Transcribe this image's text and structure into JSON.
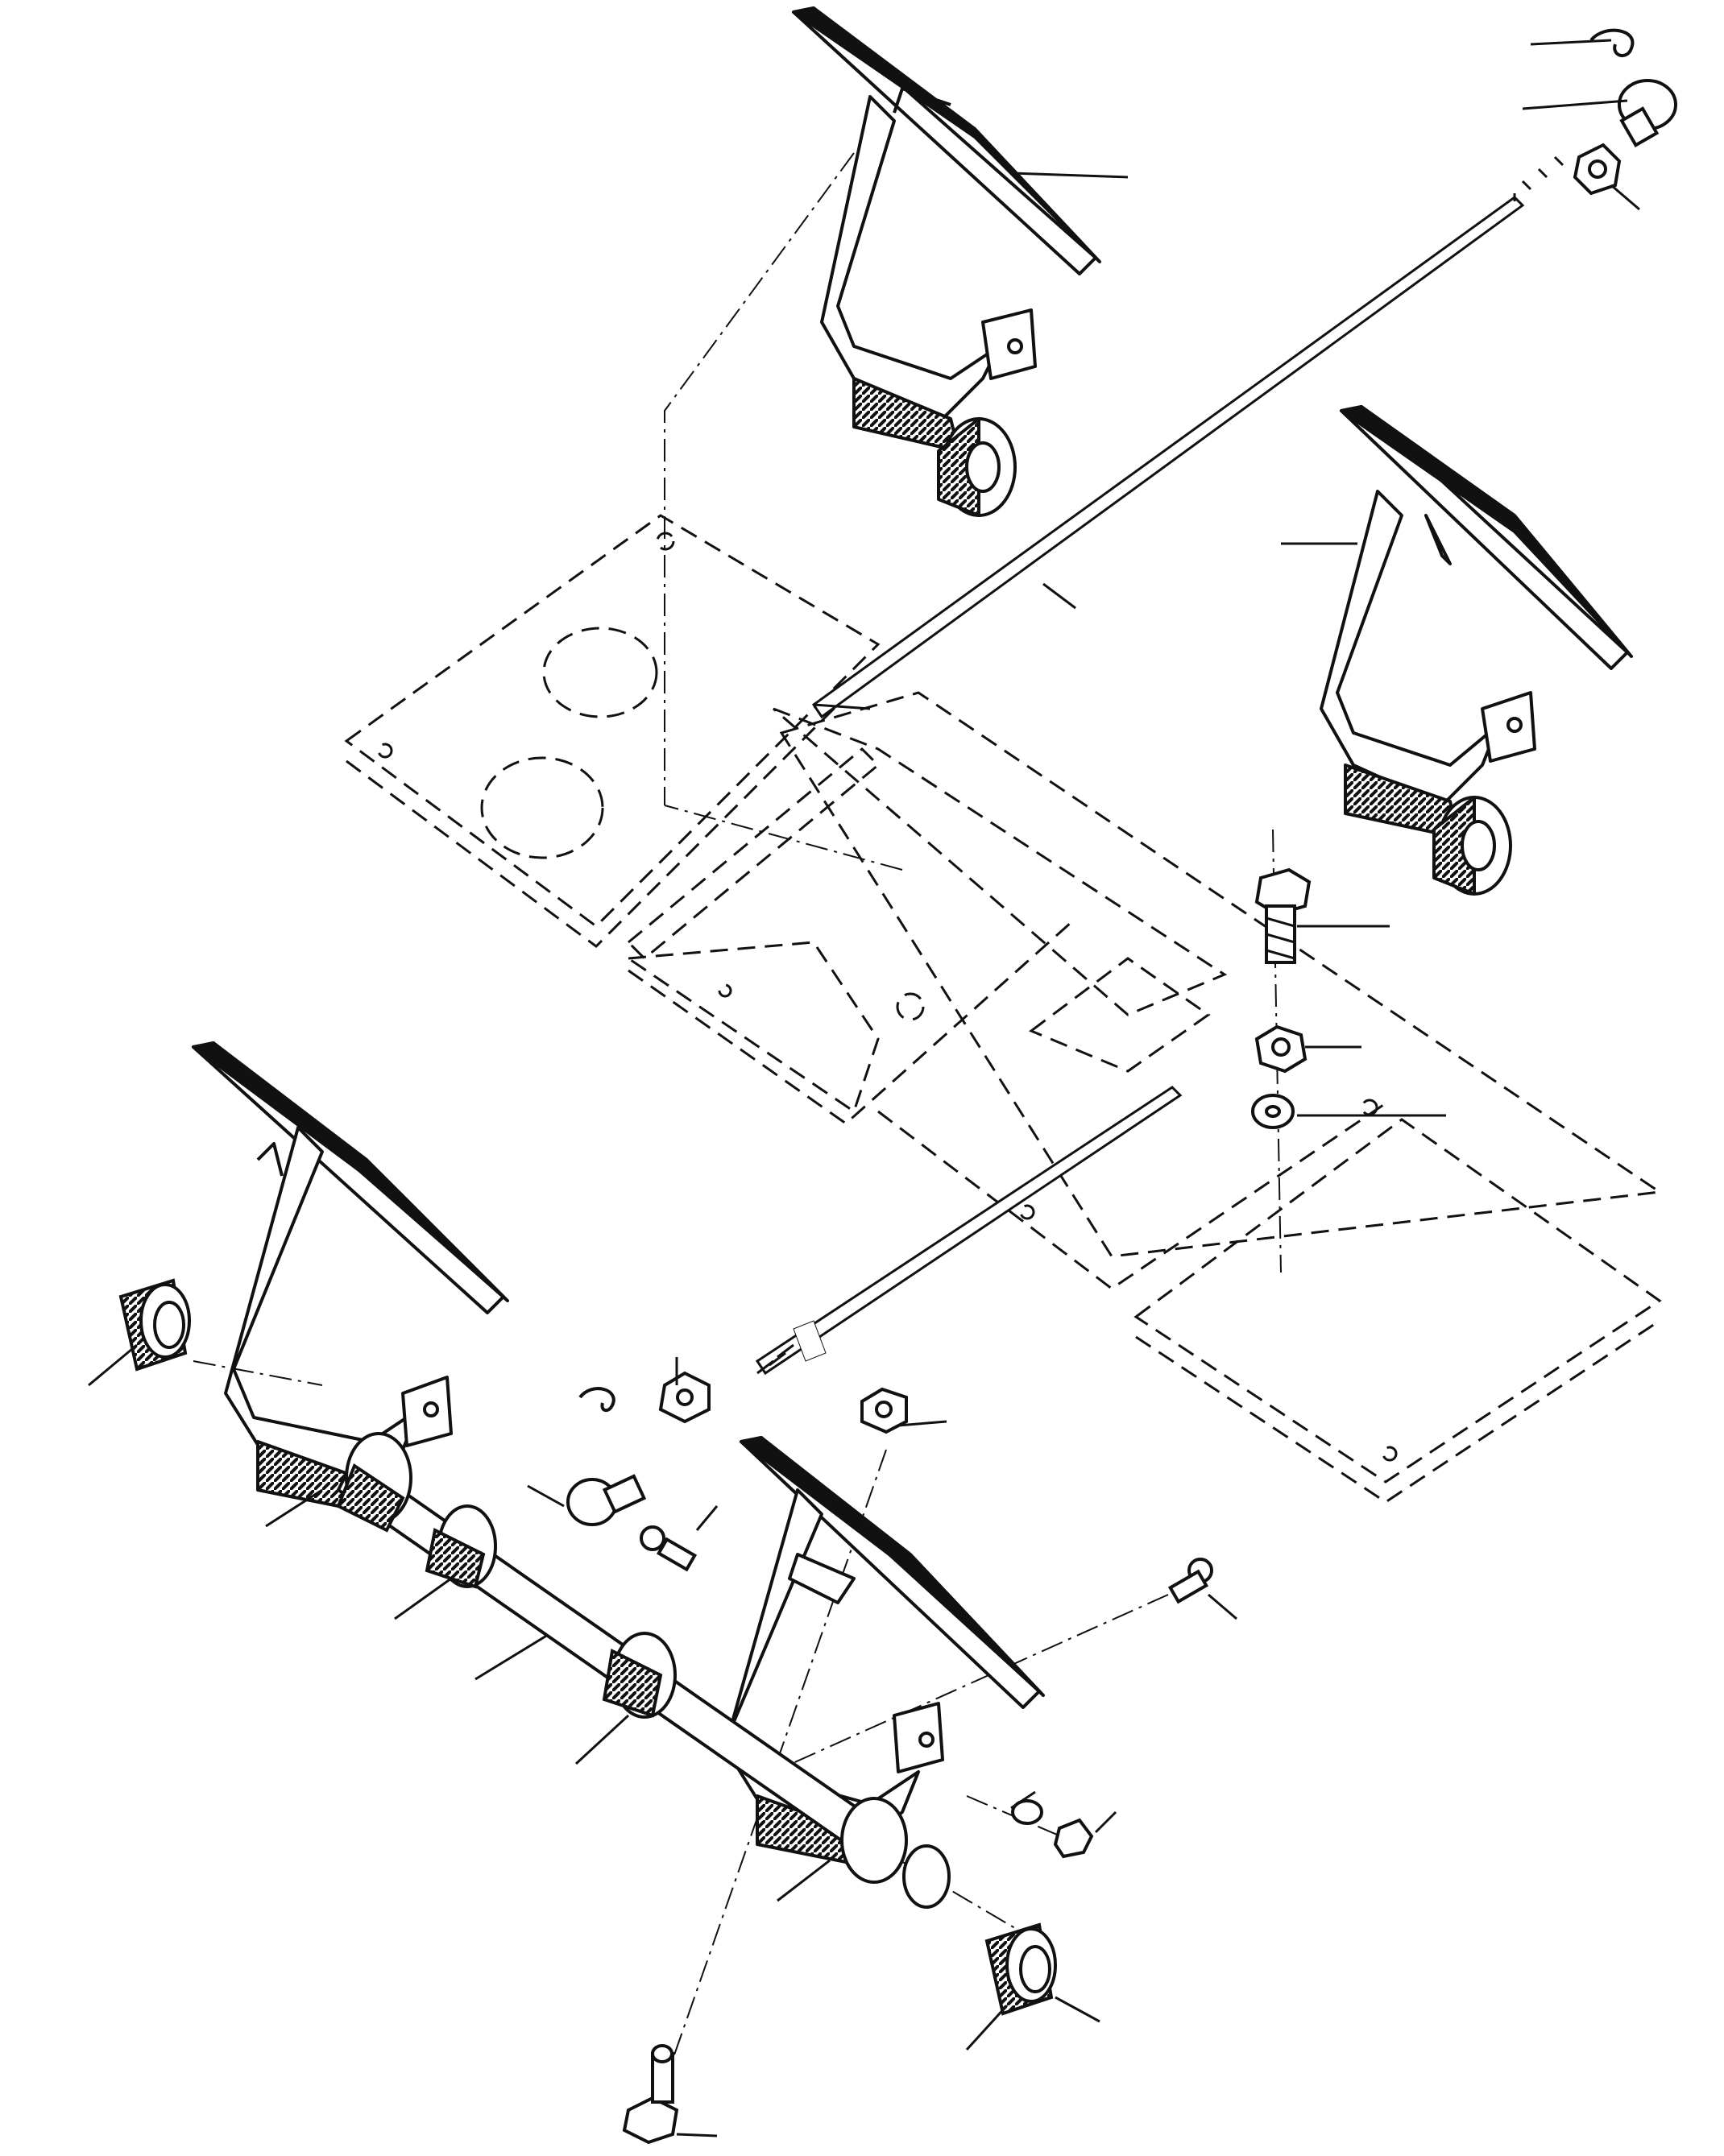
{
  "diagram": {
    "kind": "exploded-parts-drawing",
    "subject": "pedal-assembly",
    "labels": [],
    "colors": {
      "ink": "#111111",
      "paper": "#ffffff"
    },
    "parts": [
      {
        "name": "pedal-upper-left"
      },
      {
        "name": "pedal-upper-right"
      },
      {
        "name": "pedal-lower-left"
      },
      {
        "name": "pedal-lower-right"
      },
      {
        "name": "floor-plate-upper"
      },
      {
        "name": "floor-plate-middle"
      },
      {
        "name": "floor-plate-right"
      },
      {
        "name": "floor-plate-lower-right"
      },
      {
        "name": "connecting-rod-long"
      },
      {
        "name": "connecting-rod-short"
      },
      {
        "name": "pedal-shaft"
      },
      {
        "name": "bushing-left"
      },
      {
        "name": "bushing-right"
      },
      {
        "name": "hex-bolt"
      },
      {
        "name": "hex-nut"
      },
      {
        "name": "washer"
      },
      {
        "name": "lower-bolt"
      },
      {
        "name": "ball-stud"
      },
      {
        "name": "ball-socket"
      },
      {
        "name": "retaining-clip"
      }
    ]
  }
}
